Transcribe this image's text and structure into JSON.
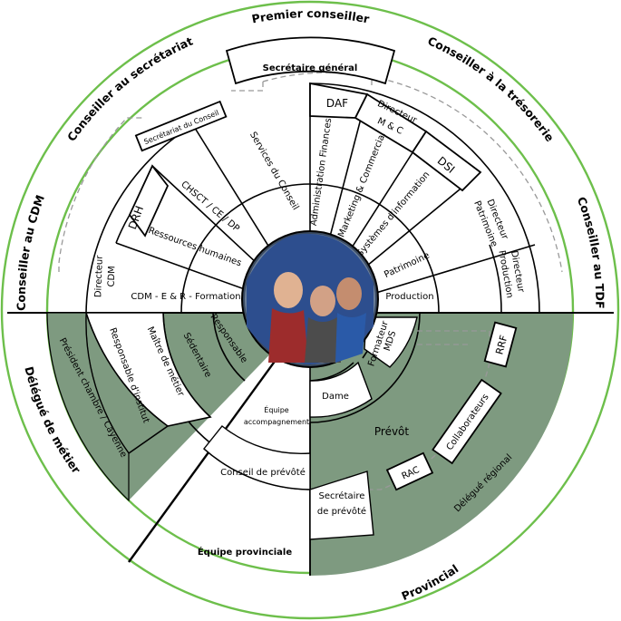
{
  "colors": {
    "ring_green": "#6dbf4b",
    "sector_gray_green": "#7e9a80",
    "outline": "#000000",
    "dashed": "#999999",
    "background": "#ffffff"
  },
  "outer_ring": {
    "premier_conseiller": "Premier conseiller",
    "conseiller_secretariat": "Conseiller au secrétariat",
    "conseiller_tresorerie": "Conseiller à la trésorerie",
    "conseiller_cdm": "Conseiller au CDM",
    "conseiller_tdf": "Conseiller au TDF",
    "delegue_metier": "Délégué de métier",
    "provincial": "Provincial"
  },
  "top_boxes": {
    "secretaire_general": "Secrétaire général",
    "secretariat_conseil": "Secrétariat du Conseil",
    "daf": "DAF",
    "directeur_mc_1": "Directeur",
    "directeur_mc_2": "M & C",
    "dsi": "DSI",
    "drh": "DRH",
    "directeur_patrimoine_1": "Directeur",
    "directeur_patrimoine_2": "Patrimoine",
    "directeur_production_1": "Directeur",
    "directeur_production_2": "Production",
    "directeur_cdm_1": "Directeur",
    "directeur_cdm_2": "CDM"
  },
  "services": {
    "services_conseil": "Services du Conseil",
    "chsct": "CHSCT / CE / DP",
    "ressources_humaines": "Ressources humaines",
    "cdm_formation": "CDM - E & R - Formation",
    "administration_finances": "Administration Finances",
    "marketing_commercial": "Marketing & Commercial",
    "systemes_information": "Systèmes d'information",
    "patrimoine": "Patrimoine",
    "production": "Production"
  },
  "lower_left": {
    "president_chambre": "Président chambre / Cayenne",
    "responsable_institut": "Responsable d'institut",
    "maitre_metier": "Maître de métier",
    "sedentaire": "Sédentaire",
    "responsable": "Responsable",
    "equipe_accompagnement_1": "Équipe",
    "equipe_accompagnement_2": "accompagnement",
    "conseil_prevote": "Conseil de prévôté",
    "equipe_provinciale": "Équipe provinciale"
  },
  "lower_right": {
    "formateur_mds_1": "Formateur",
    "formateur_mds_2": "MDS",
    "dame": "Dame",
    "prevot": "Prévôt",
    "rrf": "RRF",
    "collaborateurs": "Collaborateurs",
    "rac": "RAC",
    "secretaire_prevote_1": "Secrétaire",
    "secretaire_prevote_2": "de prévôté",
    "delegue_regional": "Délégué régional"
  }
}
